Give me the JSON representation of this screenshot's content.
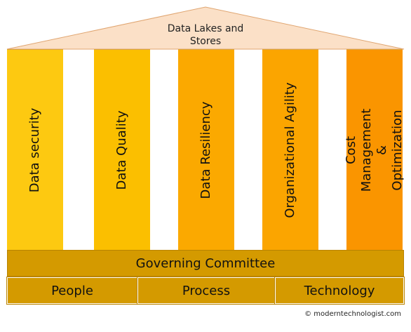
{
  "roof": {
    "label": "Data Lakes and\nStores"
  },
  "pillars": [
    {
      "label": "Data security",
      "color": "#fdc911"
    },
    {
      "label": "Data Quality",
      "color": "#fbbf00"
    },
    {
      "label": "Data Resiliency",
      "color": "#fba900"
    },
    {
      "label": "Organizational Agility",
      "color": "#fba500"
    },
    {
      "label": "Cost Management &\nOptimization",
      "color": "#fa9500"
    }
  ],
  "committee": {
    "label": "Governing Committee"
  },
  "base": [
    "People",
    "Process",
    "Technology"
  ],
  "colors": {
    "roof_fill": "#fbe0c7",
    "band_fill": "#d49a00"
  },
  "footer": {
    "copyright": "© moderntechnologist.com"
  }
}
